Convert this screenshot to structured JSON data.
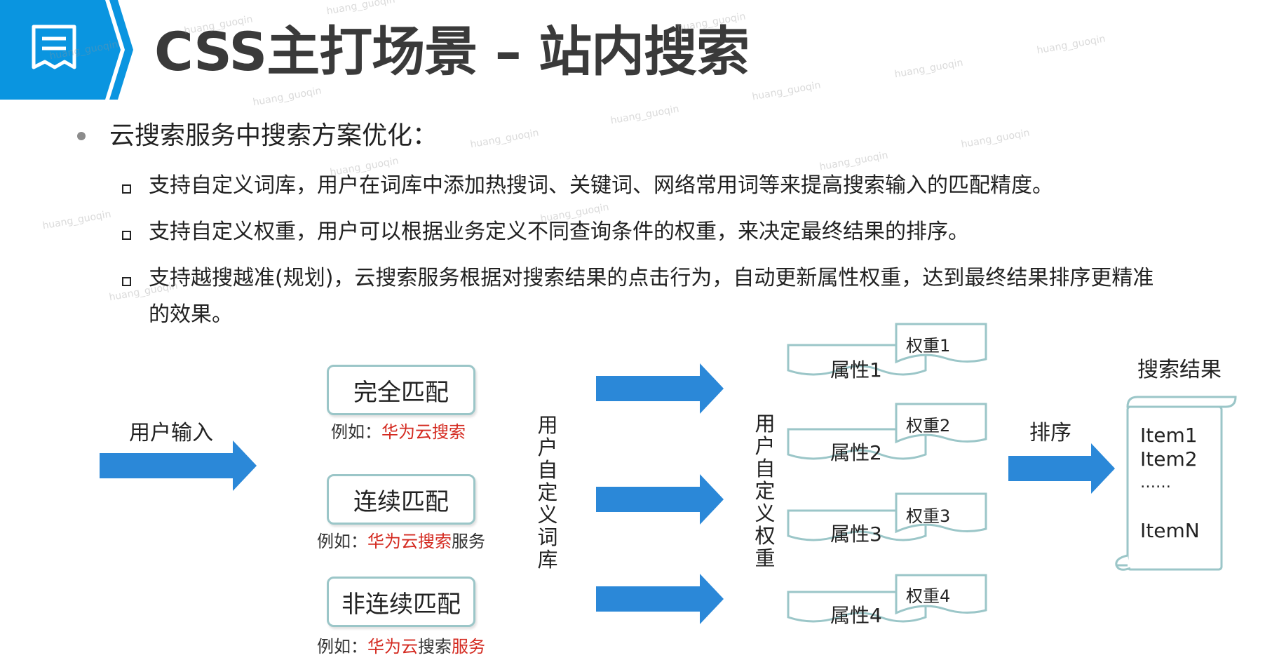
{
  "title": "CSS主打场景 – 站内搜索",
  "intro": "云搜索服务中搜索方案优化：",
  "features": [
    "支持自定义词库，用户在词库中添加热搜词、关键词、网络常用词等来提高搜索输入的匹配精度。",
    "支持自定义权重，用户可以根据业务定义不同查询条件的权重，来决定最终结果的排序。",
    "支持越搜越准(规划)，云搜索服务根据对搜索结果的点击行为，自动更新属性权重，达到最终结果排序更精准",
    "的效果。"
  ],
  "diagram": {
    "user_input": "用户输入",
    "match_types": [
      {
        "label": "完全匹配",
        "ex_prefix": "例如：",
        "ex_parts": [
          {
            "text": "华为云搜索",
            "red": true
          }
        ]
      },
      {
        "label": "连续匹配",
        "ex_prefix": "例如：",
        "ex_parts": [
          {
            "text": "华为云搜索",
            "red": true
          },
          {
            "text": "服务",
            "red": false
          }
        ]
      },
      {
        "label": "非连续匹配",
        "ex_prefix": "例如：",
        "ex_parts": [
          {
            "text": "华为云",
            "red": true
          },
          {
            "text": "搜索",
            "red": false
          },
          {
            "text": "服务",
            "red": true
          }
        ]
      }
    ],
    "dict_label": "用户自定义词库",
    "weight_label": "用户自定义权重",
    "attributes": [
      {
        "attr": "属性1",
        "weight": "权重1"
      },
      {
        "attr": "属性2",
        "weight": "权重2"
      },
      {
        "attr": "属性3",
        "weight": "权重3"
      },
      {
        "attr": "属性4",
        "weight": "权重4"
      }
    ],
    "sort_label": "排序",
    "result_title": "搜索结果",
    "result_items": [
      "Item1",
      "Item2",
      "……",
      "ItemN"
    ]
  },
  "watermark": "huang_guoqin",
  "colors": {
    "accent": "#0a95e0",
    "arrow": "#2b88d8",
    "box_border": "#9bc6c8",
    "highlight": "#d42a20"
  }
}
